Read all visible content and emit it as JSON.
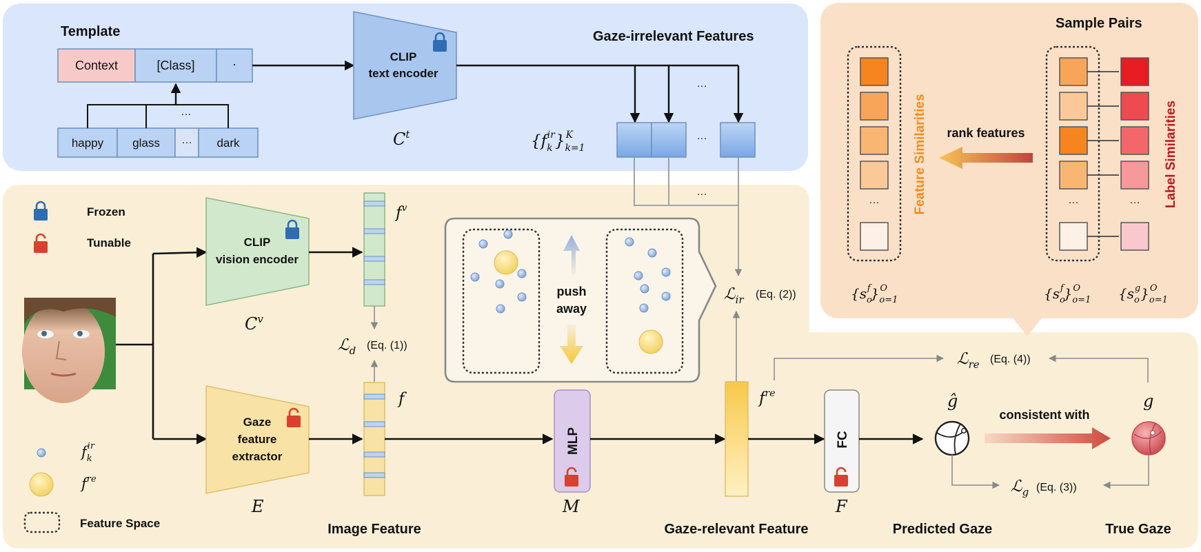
{
  "template": {
    "title": "Template",
    "context": "Context",
    "class": "[Class]",
    "dot": "·",
    "ellipsis": "···",
    "words": [
      "happy",
      "glass",
      "···",
      "dark"
    ]
  },
  "text_encoder": {
    "name_line1": "CLIP",
    "name_line2": "text encoder",
    "symbol": "C",
    "symbol_sup": "t"
  },
  "gaze_irrelevant": {
    "title": "Gaze-irrelevant Features",
    "set_label_base": "{f",
    "set_label_sub": "k",
    "set_label_sup": "ir",
    "set_label_tail": "}",
    "set_label_range": "k=1",
    "set_label_K": "K",
    "ellipsis": "···"
  },
  "legend": {
    "frozen": "Frozen",
    "tunable": "Tunable",
    "fk_ir_base": "f",
    "fk_ir_sub": "k",
    "fk_ir_sup": "ir",
    "fre_base": "f",
    "fre_sup": "re",
    "feature_space": "Feature Space"
  },
  "vision_encoder": {
    "name_line1": "CLIP",
    "name_line2": "vision encoder",
    "symbol": "C",
    "symbol_sup": "v"
  },
  "feature_extractor": {
    "line1": "Gaze",
    "line2": "feature",
    "line3": "extractor",
    "symbol": "E"
  },
  "image_feature": {
    "fv_base": "f",
    "fv_sup": "v",
    "f": "f",
    "label": "Image Feature"
  },
  "losses": {
    "ld_base": "ℒ",
    "ld_sub": "d",
    "ld_eq": "(Eq. (1))",
    "lir_base": "ℒ",
    "lir_sub": "ir",
    "lir_eq": "(Eq. (2))",
    "lg_base": "ℒ",
    "lg_sub": "g",
    "lg_eq": "(Eq. (3))",
    "lre_base": "ℒ",
    "lre_sub": "re",
    "lre_eq": "(Eq. (4))"
  },
  "push_away": {
    "line1": "push",
    "line2": "away"
  },
  "mlp": {
    "label": "MLP",
    "symbol": "M"
  },
  "gaze_relevant": {
    "fre_base": "f",
    "fre_sup": "re",
    "label": "Gaze-relevant Feature"
  },
  "fc": {
    "label": "FC",
    "symbol": "F"
  },
  "predicted": {
    "symbol": "ĝ",
    "label": "Predicted Gaze"
  },
  "true_gaze": {
    "symbol": "g",
    "label": "True Gaze"
  },
  "consistent": "consistent with",
  "sample_pairs": {
    "title": "Sample Pairs",
    "rank": "rank features",
    "feature_sim": "Feature Similarities",
    "label_sim": "Label Similarities",
    "ellipsis": "···",
    "sf_base": "{s",
    "sf_sub": "o",
    "sf_sup": "f",
    "sf_tail": "}",
    "sf_range": "o=1",
    "sf_O": "O",
    "sg_base": "{s",
    "sg_sub": "o",
    "sg_sup": "g",
    "sg_tail": "}",
    "sg_range": "o=1",
    "sg_O": "O"
  },
  "colors": {
    "blue_panel": "#d9e6fb",
    "yellow_panel": "#faefd6",
    "peach_panel": "#fbe0c8",
    "frozen_lock": "#2f6db3",
    "tunable_lock": "#d9412e",
    "feature_sim_text": "#f28c1e",
    "label_sim_text": "#c0161d"
  }
}
